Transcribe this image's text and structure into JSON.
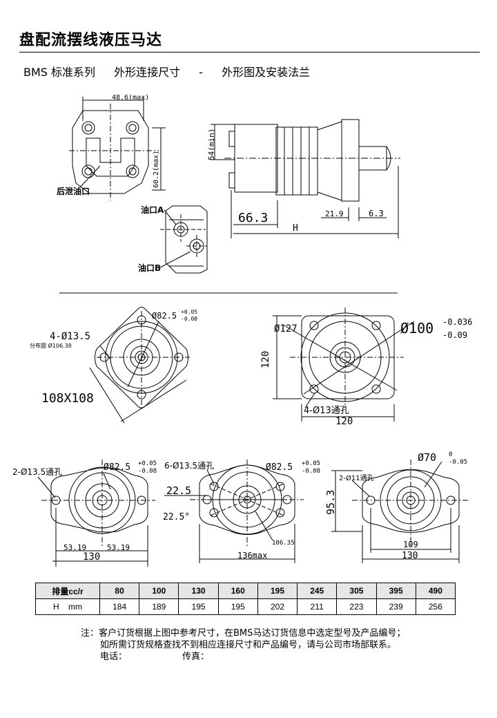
{
  "title": "盘配流摆线液压马达",
  "subtitle": {
    "series": "BMS 标准系列",
    "section": "外形连接尺寸",
    "dash": "-",
    "desc": "外形图及安装法兰"
  },
  "top_view": {
    "dim_width": "48.6(max)",
    "dim_height": "60.2(max)",
    "drain_label": "后泄油口",
    "port_a": "油口A",
    "port_b": "油口B"
  },
  "side_view": {
    "dim_54": "54(min)",
    "dim_66": "66.3",
    "dim_21": "21.9",
    "dim_6": "6.3",
    "dim_h": "H"
  },
  "flange_left": {
    "dia_main": "Ø82.5",
    "tol_up": "+0.05",
    "tol_down": "-0.08",
    "holes": "4-Ø13.5",
    "pcd": "分布圆 Ø106.38",
    "size": "108X108"
  },
  "flange_right": {
    "dia_127": "Ø127",
    "dia_100": "Ø100",
    "tol_up": "-0.036",
    "tol_down": "-0.09",
    "dim_120v": "120",
    "dim_120h": "120",
    "holes": "4-Ø13通孔"
  },
  "flange_b1": {
    "holes": "2-Ø13.5通孔",
    "dia": "Ø82.5",
    "tol_up": "+0.05",
    "tol_down": "-0.08",
    "dim_a": "53.19",
    "dim_b": "53.19",
    "dim_w": "130"
  },
  "flange_b2": {
    "holes": "6-Ø13.5通孔",
    "dia": "Ø82.5",
    "tol_up": "+0.05",
    "tol_down": "-0.08",
    "ang_a": "22.5",
    "ang_b": "22.5°",
    "pcd": "106.35",
    "dim_w": "136max"
  },
  "flange_b3": {
    "dia": "Ø70",
    "tol_up": "0",
    "tol_down": "-0.05",
    "holes": "2-Ø11通孔",
    "dim_h": "95.3",
    "dim_a": "109",
    "dim_w": "130"
  },
  "table": {
    "header_label": "排量cc/r",
    "row_label": "H    mm",
    "displacement": [
      "80",
      "100",
      "130",
      "160",
      "195",
      "245",
      "305",
      "395",
      "490"
    ],
    "h_values": [
      "184",
      "189",
      "195",
      "195",
      "202",
      "211",
      "223",
      "239",
      "256"
    ]
  },
  "notes": {
    "line1": "注：客户订货根据上图中参考尺寸，在BMS马达订货信息中选定型号及产品编号；",
    "line2": "如所需订货规格查找不到相应连接尺寸和产品编号，请与公司市场部联系。",
    "tel": "电话：",
    "fax": "传真："
  }
}
